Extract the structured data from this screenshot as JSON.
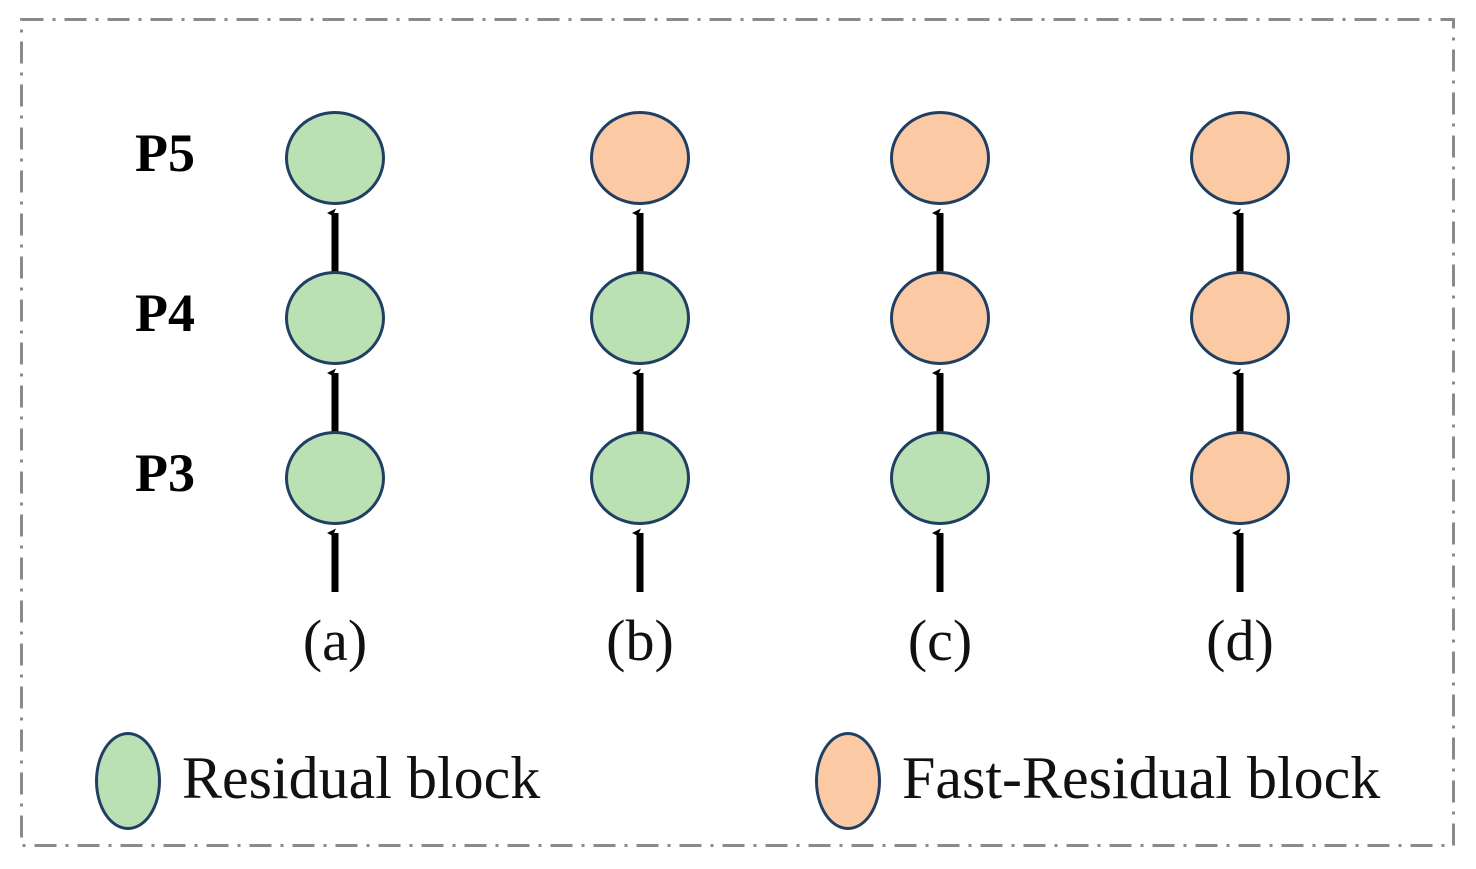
{
  "figure": {
    "border_color": "#8a8a8a",
    "background": "#ffffff"
  },
  "colors": {
    "residual_block_fill": "#bae0b3",
    "fast_residual_block_fill": "#fbcaa5",
    "node_stroke": "#1f3f63",
    "arrow": "#000000",
    "text": "#111111",
    "frame": "#8a8a8a"
  },
  "row_labels": [
    {
      "id": "p5",
      "text": "P5"
    },
    {
      "id": "p4",
      "text": "P4"
    },
    {
      "id": "p3",
      "text": "P3"
    }
  ],
  "columns": [
    {
      "id": "a",
      "label": "(a)",
      "nodes": [
        {
          "level": "P5",
          "type": "Residual block",
          "color": "#bae0b3"
        },
        {
          "level": "P4",
          "type": "Residual block",
          "color": "#bae0b3"
        },
        {
          "level": "P3",
          "type": "Residual block",
          "color": "#bae0b3"
        }
      ]
    },
    {
      "id": "b",
      "label": "(b)",
      "nodes": [
        {
          "level": "P5",
          "type": "Fast-Residual block",
          "color": "#fbcaa5"
        },
        {
          "level": "P4",
          "type": "Residual block",
          "color": "#bae0b3"
        },
        {
          "level": "P3",
          "type": "Residual block",
          "color": "#bae0b3"
        }
      ]
    },
    {
      "id": "c",
      "label": "(c)",
      "nodes": [
        {
          "level": "P5",
          "type": "Fast-Residual block",
          "color": "#fbcaa5"
        },
        {
          "level": "P4",
          "type": "Fast-Residual block",
          "color": "#fbcaa5"
        },
        {
          "level": "P3",
          "type": "Residual block",
          "color": "#bae0b3"
        }
      ]
    },
    {
      "id": "d",
      "label": "(d)",
      "nodes": [
        {
          "level": "P5",
          "type": "Fast-Residual block",
          "color": "#fbcaa5"
        },
        {
          "level": "P4",
          "type": "Fast-Residual block",
          "color": "#fbcaa5"
        },
        {
          "level": "P3",
          "type": "Fast-Residual block",
          "color": "#fbcaa5"
        }
      ]
    }
  ],
  "legend": [
    {
      "id": "residual",
      "label": "Residual block",
      "color": "#bae0b3"
    },
    {
      "id": "fast-residual",
      "label": "Fast-Residual block",
      "color": "#fbcaa5"
    }
  ]
}
